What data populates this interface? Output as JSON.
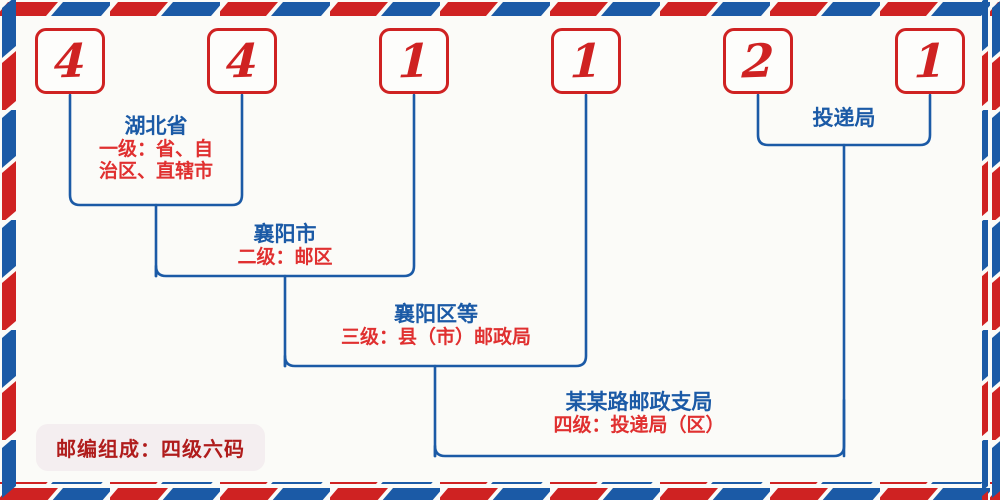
{
  "theme": {
    "background": "#fbfbf8",
    "red": "#cf2222",
    "blue": "#1b5aa6",
    "sub_red": "#e03030",
    "badge_bg": "#f4eef0",
    "badge_text": "#b01c1c"
  },
  "postcode": {
    "label": "postal-code",
    "value": "441121",
    "digits": [
      {
        "char": "4",
        "index": 1
      },
      {
        "char": "4",
        "index": 2
      },
      {
        "char": "1",
        "index": 3
      },
      {
        "char": "1",
        "index": 4
      },
      {
        "char": "2",
        "index": 5
      },
      {
        "char": "1",
        "index": 6
      }
    ]
  },
  "levels": [
    {
      "id": "level-1",
      "title": "湖北省",
      "sub": "一级：省、自治区、直辖市",
      "sub_line1": "一级：省、自",
      "sub_line2": "治区、直辖市"
    },
    {
      "id": "level-2",
      "title": "襄阳市",
      "sub": "二级：邮区"
    },
    {
      "id": "level-3",
      "title": "襄阳区等",
      "sub": "三级：县（市）邮政局"
    },
    {
      "id": "level-4",
      "title": "某某路邮政支局",
      "sub": "四级：投递局（区）"
    }
  ],
  "delivery": {
    "title": "投递局"
  },
  "footer": {
    "badge": "邮编组成：四级六码"
  }
}
